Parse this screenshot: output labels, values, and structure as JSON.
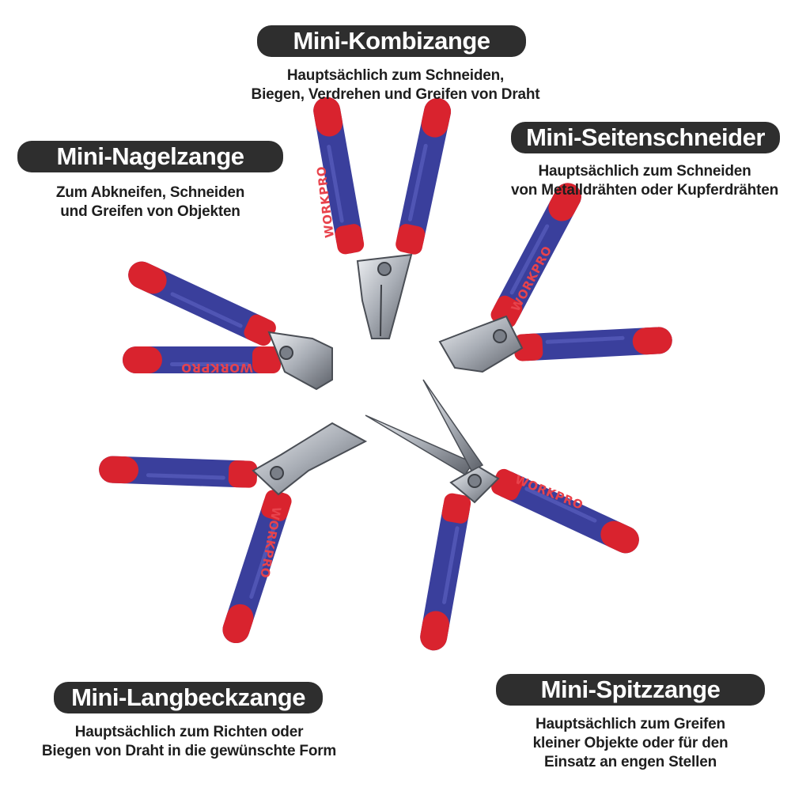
{
  "colors": {
    "label_bg": "#2e2e2e",
    "handle_blue": "#3a3f9c",
    "handle_red": "#d9232e",
    "steel": "#c9ccd1"
  },
  "tools": [
    {
      "title": "Mini-Kombizange",
      "desc": [
        "Hauptsächlich zum Schneiden,",
        "Biegen, Verdrehen und Greifen von Draht"
      ]
    },
    {
      "title": "Mini-Seitenschneider",
      "desc": [
        "Hauptsächlich zum Schneiden",
        "von Metalldrähten oder Kupferdrähten"
      ]
    },
    {
      "title": "Mini-Nagelzange",
      "desc": [
        "Zum Abkneifen, Schneiden",
        "und Greifen von Objekten"
      ]
    },
    {
      "title": "Mini-Langbeckzange",
      "desc": [
        "Hauptsächlich zum Richten oder",
        "Biegen von Draht in die gewünschte Form"
      ]
    },
    {
      "title": "Mini-Spitzzange",
      "desc": [
        "Hauptsächlich zum Greifen",
        "kleiner Objekte oder für den",
        "Einsatz an engen Stellen"
      ]
    }
  ],
  "brand": "WORKPRO",
  "icons": [
    "combination-pliers",
    "side-cutter-pliers",
    "end-nipper-pliers",
    "long-nose-pliers",
    "needle-nose-pliers"
  ]
}
